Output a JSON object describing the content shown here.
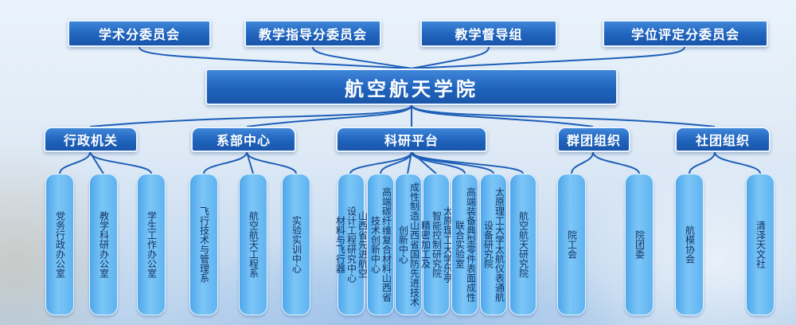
{
  "top_committees": [
    {
      "label": "学术分委员会"
    },
    {
      "label": "教学指导分委员会"
    },
    {
      "label": "教学督导组"
    },
    {
      "label": "学位评定分委员会"
    }
  ],
  "main": {
    "title": "航空航天学院"
  },
  "categories": [
    {
      "label": "行政机关",
      "items": [
        {
          "lines": [
            "党务行政办公室"
          ]
        },
        {
          "lines": [
            "教学科研办公室"
          ]
        },
        {
          "lines": [
            "学生工作办公室"
          ]
        }
      ]
    },
    {
      "label": "系部中心",
      "items": [
        {
          "lines": [
            "飞行技术与管理系"
          ]
        },
        {
          "lines": [
            "航空航天工程系"
          ]
        },
        {
          "lines": [
            "实验实训中心"
          ]
        }
      ]
    },
    {
      "label": "科研平台",
      "items": [
        {
          "lines": [
            "山西省先进航空",
            "设计工程研究中心",
            "材料与飞行器"
          ]
        },
        {
          "lines": [
            "高端碳纤维复合材料山西省",
            "技术创新中心"
          ]
        },
        {
          "lines": [
            "成性制造山西省国防先进技术",
            "创新中心"
          ]
        },
        {
          "lines": [
            "太原理工大学乐亭",
            "智能控制研究院",
            "精密加工及"
          ]
        },
        {
          "lines": [
            "高端装备典型零件表面成性",
            "联合实验室"
          ]
        },
        {
          "lines": [
            "太原理工大学太航仪表通航",
            "设备研究院"
          ]
        },
        {
          "lines": [
            "航空航天研究院"
          ]
        }
      ]
    },
    {
      "label": "群团组织",
      "items": [
        {
          "lines": [
            "院工会"
          ]
        },
        {
          "lines": [
            "院团委"
          ]
        }
      ]
    },
    {
      "label": "社团组织",
      "items": [
        {
          "lines": [
            "航模协会"
          ]
        },
        {
          "lines": [
            "清泽天文社"
          ]
        }
      ]
    }
  ],
  "colors": {
    "box_dark": "#1f63bd",
    "box_light": "#3f86d8",
    "pill": "#6bbdf3",
    "line": "#1d5fb8"
  }
}
